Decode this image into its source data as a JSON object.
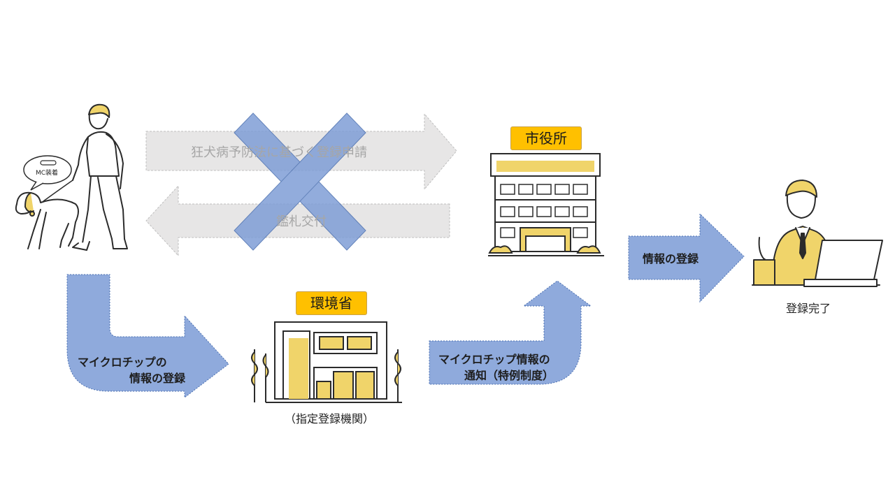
{
  "diagram": {
    "old_flow": {
      "registration_arrow_label": "狂犬病予防法に基づく登録申請",
      "tag_arrow_label": "鑑札交付",
      "crossed_out": true
    },
    "owner": {
      "speech_bubble_text": "MC装着"
    },
    "city_office": {
      "label": "市役所"
    },
    "ministry": {
      "label": "環境省",
      "caption": "（指定登録機関）"
    },
    "arrows": {
      "owner_to_ministry": [
        "マイクロチップの",
        "情報の登録"
      ],
      "ministry_to_city": [
        "マイクロチップ情報の",
        "通知（特例制度）"
      ],
      "city_to_complete": "情報の登録"
    },
    "completion": {
      "caption": "登録完了"
    },
    "colors": {
      "arrow_blue": "#8faadc",
      "cross_blue": "#7f9ed6",
      "label_yellow": "#ffc000",
      "illustration_yellow": "#f0d46a",
      "grey_arrow": "#e7e6e6"
    }
  }
}
